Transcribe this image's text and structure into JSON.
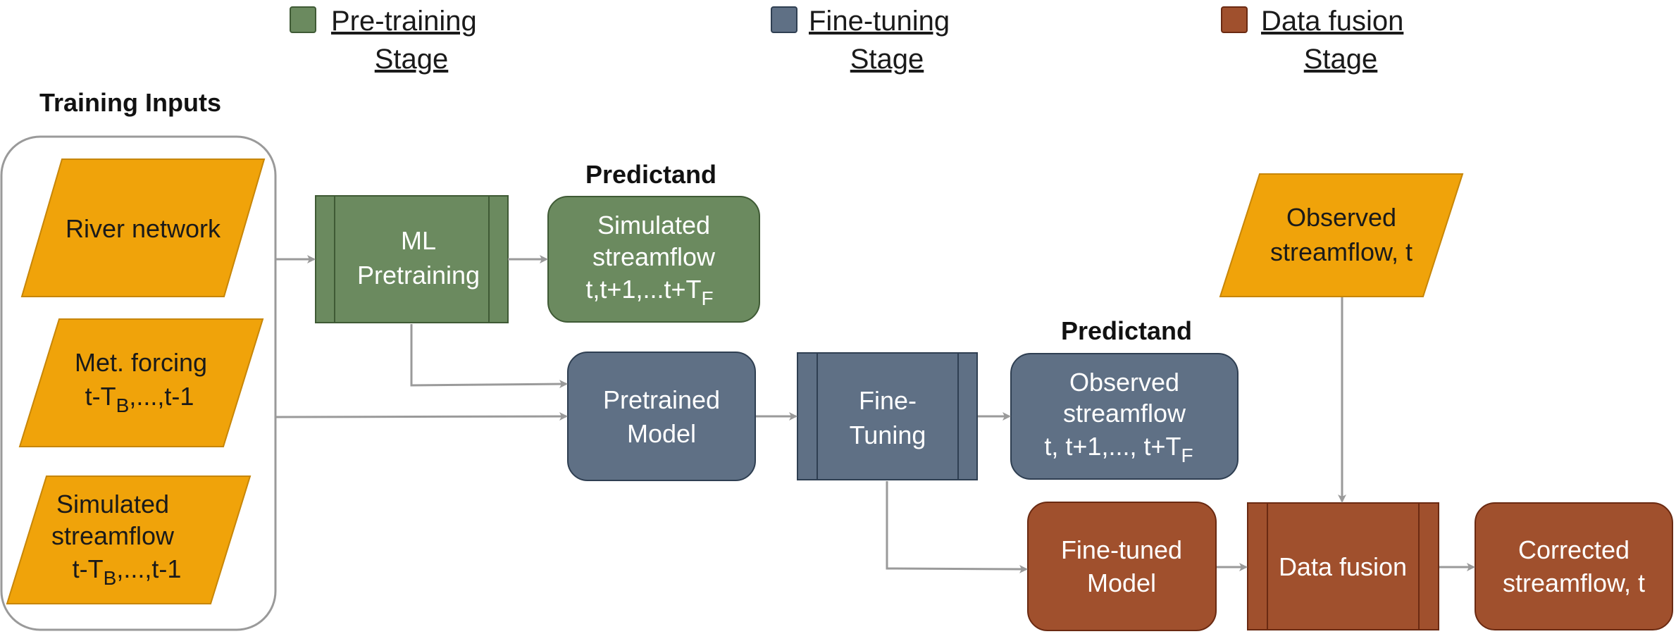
{
  "colors": {
    "pretraining": "#6b8a5f",
    "pretraining_stroke": "#3f5a35",
    "finetuning": "#5f7085",
    "finetuning_stroke": "#2f3f52",
    "fusion": "#a0502d",
    "fusion_stroke": "#6a2a12",
    "input": "#f0a30a",
    "input_stroke": "#c78608",
    "arrow": "#9a9a9a"
  },
  "legend": {
    "pretraining": {
      "line1": "Pre-training",
      "line2": "Stage"
    },
    "finetuning": {
      "line1": "Fine-tuning",
      "line2": "Stage"
    },
    "fusion": {
      "line1": "Data fusion",
      "line2": "Stage"
    }
  },
  "headings": {
    "training_inputs": "Training Inputs",
    "predictand_1": "Predictand",
    "predictand_2": "Predictand"
  },
  "inputs": {
    "river_network": "River network",
    "met_forcing": {
      "line1": "Met. forcing",
      "line2_pre": "t-T",
      "line2_sub": "B",
      "line2_post": ",...,t-1"
    },
    "simulated_streamflow": {
      "line1": "Simulated",
      "line2": "streamflow",
      "line3_pre": "t-T",
      "line3_sub": "B",
      "line3_post": ",...,t-1"
    },
    "observed_streamflow": {
      "line1": "Observed",
      "line2": "streamflow, t"
    }
  },
  "nodes": {
    "ml_pretraining": {
      "line1": "ML",
      "line2": "Pretraining"
    },
    "simulated_output": {
      "line1": "Simulated",
      "line2": "streamflow",
      "line3_pre": "t,t+1,...t+T",
      "line3_sub": "F"
    },
    "pretrained_model": {
      "line1": "Pretrained",
      "line2": "Model"
    },
    "fine_tuning": {
      "line1": "Fine-",
      "line2": "Tuning"
    },
    "observed_output": {
      "line1": "Observed",
      "line2": "streamflow",
      "line3_pre": "t, t+1,..., t+T",
      "line3_sub": "F"
    },
    "fine_tuned_model": {
      "line1": "Fine-tuned",
      "line2": "Model"
    },
    "data_fusion": "Data fusion",
    "corrected_streamflow": {
      "line1": "Corrected",
      "line2": "streamflow, t"
    }
  }
}
